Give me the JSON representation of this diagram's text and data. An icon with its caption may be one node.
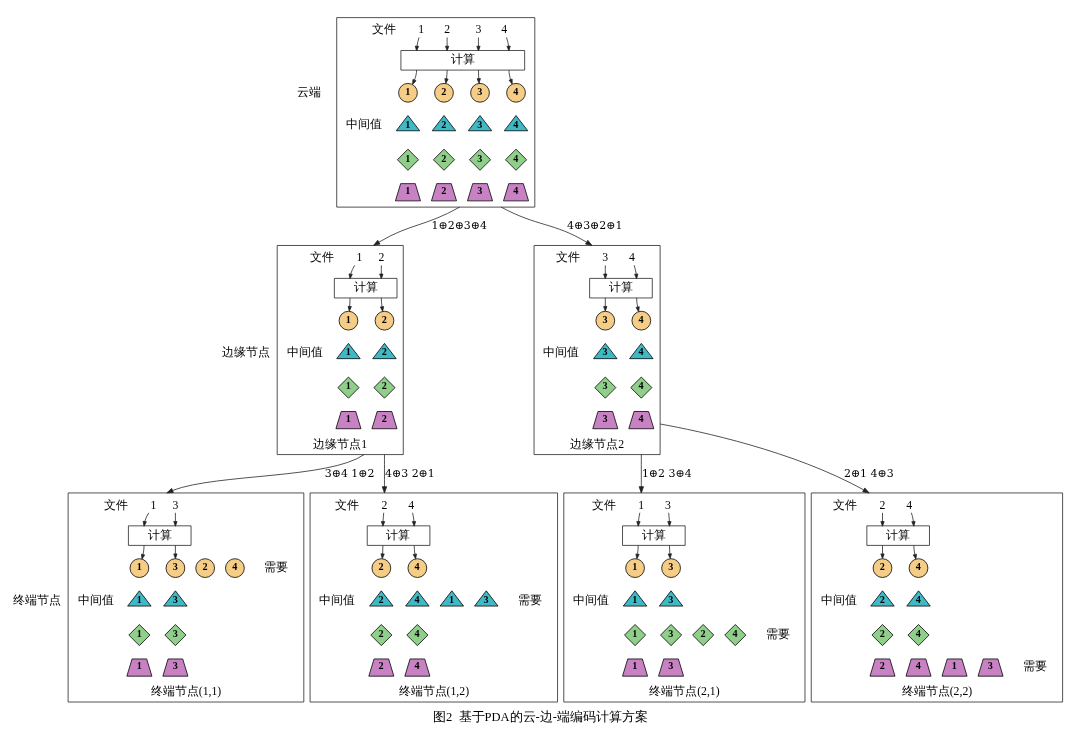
{
  "diagram": {
    "caption": "图2  基于PDA的云-边-端编码计算方案",
    "nodes": [
      {
        "text": [],
        "shape": "box"
      },
      {
        "text": [
          "1"
        ],
        "in": 0
      },
      {
        "text": [
          "2"
        ],
        "in": 0
      },
      {
        "text": [
          "3"
        ],
        "in": 0
      },
      {
        "text": [
          "4"
        ],
        "in": 0
      },
      {
        "text": [
          "计算"
        ],
        "in": 0
      },
      {
        "text": [
          "1"
        ],
        "in": 0
      },
      {
        "text": [
          "2"
        ],
        "in": 0
      },
      {
        "text": [
          "3"
        ],
        "in": 0
      },
      {
        "text": [
          "4"
        ],
        "in": 0
      },
      {
        "text": [
          "1"
        ],
        "in": 0
      },
      {
        "text": [
          "2"
        ],
        "in": 0
      },
      {
        "text": [
          "3"
        ],
        "in": 0
      },
      {
        "text": [
          "4"
        ],
        "in": 0
      },
      {
        "text": [
          "1"
        ],
        "in": 0
      },
      {
        "text": [
          "2"
        ],
        "in": 0
      },
      {
        "text": [
          "3"
        ],
        "in": 0
      },
      {
        "text": [
          "4"
        ],
        "in": 0
      },
      {
        "text": [
          "1"
        ],
        "in": 0
      },
      {
        "text": [
          "2"
        ],
        "in": 0
      },
      {
        "text": [
          "3"
        ],
        "in": 0
      },
      {
        "text": [
          "4"
        ],
        "in": 0
      },
      {
        "text": [
          "边缘节点1"
        ]
      },
      {
        "text": [
          "1"
        ],
        "in": 22
      },
      {
        "text": [
          "2"
        ],
        "in": 22
      },
      {
        "text": [
          "计算"
        ],
        "in": 22
      },
      {
        "text": [
          "1"
        ],
        "in": 22
      },
      {
        "text": [
          "2"
        ],
        "in": 22
      },
      {
        "text": [
          "1"
        ],
        "in": 22
      },
      {
        "text": [
          "2"
        ],
        "in": 22
      },
      {
        "text": [
          "1"
        ],
        "in": 22
      },
      {
        "text": [
          "2"
        ],
        "in": 22
      },
      {
        "text": [
          "1"
        ],
        "in": 22
      },
      {
        "text": [
          "2"
        ],
        "in": 22
      },
      {
        "text": [
          "边缘节点2"
        ]
      },
      {
        "text": [
          "3"
        ],
        "in": 34
      },
      {
        "text": [
          "4"
        ],
        "in": 34
      },
      {
        "text": [
          "计算"
        ],
        "in": 34
      },
      {
        "text": [
          "3"
        ],
        "in": 34
      },
      {
        "text": [
          "4"
        ],
        "in": 34
      },
      {
        "text": [
          "3"
        ],
        "in": 34
      },
      {
        "text": [
          "4"
        ],
        "in": 34
      },
      {
        "text": [
          "3"
        ],
        "in": 34
      },
      {
        "text": [
          "4"
        ],
        "in": 34
      },
      {
        "text": [
          "3"
        ],
        "in": 34
      },
      {
        "text": [
          "4"
        ],
        "in": 34
      },
      {
        "text": [
          "终端节点(1,1)"
        ]
      },
      {
        "text": [
          "1"
        ],
        "in": 46
      },
      {
        "text": [
          "3"
        ],
        "in": 46
      },
      {
        "text": [
          "计算"
        ],
        "in": 46
      },
      {
        "text": [
          "1"
        ],
        "in": 46
      },
      {
        "text": [
          "3"
        ],
        "in": 46
      },
      {
        "text": [
          "2"
        ],
        "in": 46
      },
      {
        "text": [
          "4"
        ],
        "in": 46
      },
      {
        "text": [
          "1"
        ],
        "in": 46
      },
      {
        "text": [
          "3"
        ],
        "in": 46
      },
      {
        "text": [
          "1"
        ],
        "in": 46
      },
      {
        "text": [
          "3"
        ],
        "in": 46
      },
      {
        "text": [
          "1"
        ],
        "in": 46
      },
      {
        "text": [
          "3"
        ],
        "in": 46
      },
      {
        "text": [
          "终端节点(1,2)"
        ]
      },
      {
        "text": [
          "2"
        ],
        "in": 60
      },
      {
        "text": [
          "4"
        ],
        "in": 60
      },
      {
        "text": [
          "计算"
        ],
        "in": 60
      },
      {
        "text": [
          "2"
        ],
        "in": 60
      },
      {
        "text": [
          "4"
        ],
        "in": 60
      },
      {
        "text": [
          "2"
        ],
        "in": 60
      },
      {
        "text": [
          "4"
        ],
        "in": 60
      },
      {
        "text": [
          "1"
        ],
        "in": 60
      },
      {
        "text": [
          "3"
        ],
        "in": 60
      },
      {
        "text": [
          "2"
        ],
        "in": 60
      },
      {
        "text": [
          "4"
        ],
        "in": 60
      },
      {
        "text": [
          "2"
        ],
        "in": 60
      },
      {
        "text": [
          "4"
        ],
        "in": 60
      },
      {
        "text": [
          "终端节点(2,1)"
        ]
      },
      {
        "text": [
          "1"
        ],
        "in": 74
      },
      {
        "text": [
          "3"
        ],
        "in": 74
      },
      {
        "text": [
          "计算"
        ],
        "in": 74
      },
      {
        "text": [
          "1"
        ],
        "in": 74
      },
      {
        "text": [
          "3"
        ],
        "in": 74
      },
      {
        "text": [
          "1"
        ],
        "in": 74
      },
      {
        "text": [
          "3"
        ],
        "in": 74
      },
      {
        "text": [
          "1"
        ],
        "in": 74
      },
      {
        "text": [
          "3"
        ],
        "in": 74
      },
      {
        "text": [
          "2"
        ],
        "in": 74
      },
      {
        "text": [
          "4"
        ],
        "in": 74
      },
      {
        "text": [
          "1"
        ],
        "in": 74
      },
      {
        "text": [
          "3"
        ],
        "in": 74
      },
      {
        "text": [
          "终端节点(2,2)"
        ]
      },
      {
        "text": [
          "2"
        ],
        "in": 88
      },
      {
        "text": [
          "4"
        ],
        "in": 88
      },
      {
        "text": [
          "计算"
        ],
        "in": 88
      },
      {
        "text": [
          "2"
        ],
        "in": 88
      },
      {
        "text": [
          "4"
        ],
        "in": 88
      },
      {
        "text": [
          "2"
        ],
        "in": 88
      },
      {
        "text": [
          "4"
        ],
        "in": 88
      },
      {
        "text": [
          "2"
        ],
        "in": 88
      },
      {
        "text": [
          "4"
        ],
        "in": 88
      },
      {
        "text": [
          "2"
        ],
        "in": 88
      },
      {
        "text": [
          "4"
        ],
        "in": 88
      },
      {
        "text": [
          "1"
        ],
        "in": 88
      },
      {
        "text": [
          "3"
        ],
        "in": 88
      }
    ],
    "edges": [
      {
        "from": 1,
        "to": 5,
        "arrow": "to"
      },
      {
        "from": 2,
        "to": 5,
        "arrow": "to"
      },
      {
        "from": 3,
        "to": 5,
        "arrow": "to"
      },
      {
        "from": 4,
        "to": 5,
        "arrow": "to"
      },
      {
        "from": 5,
        "to": 6,
        "arrow": "to"
      },
      {
        "from": 5,
        "to": 7,
        "arrow": "to"
      },
      {
        "from": 5,
        "to": 8,
        "arrow": "to"
      },
      {
        "from": 5,
        "to": 9,
        "arrow": "to"
      },
      {
        "from": 0,
        "to": 22,
        "arrow": "to",
        "label": "1⊕2⊕3⊕4"
      },
      {
        "from": 0,
        "to": 34,
        "arrow": "to",
        "label": "4⊕3⊕2⊕1"
      },
      {
        "from": 23,
        "to": 25,
        "arrow": "to"
      },
      {
        "from": 24,
        "to": 25,
        "arrow": "to"
      },
      {
        "from": 25,
        "to": 26,
        "arrow": "to"
      },
      {
        "from": 25,
        "to": 27,
        "arrow": "to"
      },
      {
        "from": 35,
        "to": 37,
        "arrow": "to"
      },
      {
        "from": 36,
        "to": 37,
        "arrow": "to"
      },
      {
        "from": 37,
        "to": 38,
        "arrow": "to"
      },
      {
        "from": 37,
        "to": 39,
        "arrow": "to"
      },
      {
        "from": 22,
        "to": 46,
        "arrow": "to",
        "label": "3⊕4 1⊕2"
      },
      {
        "from": 22,
        "to": 60,
        "arrow": "to",
        "label": "4⊕3 2⊕1"
      },
      {
        "from": 34,
        "to": 74,
        "arrow": "to",
        "label": "1⊕2 3⊕4"
      },
      {
        "from": 34,
        "to": 88,
        "arrow": "to",
        "label": "2⊕1 4⊕3"
      },
      {
        "from": 47,
        "to": 49,
        "arrow": "to"
      },
      {
        "from": 48,
        "to": 49,
        "arrow": "to"
      },
      {
        "from": 49,
        "to": 50,
        "arrow": "to"
      },
      {
        "from": 49,
        "to": 51,
        "arrow": "to"
      },
      {
        "from": 61,
        "to": 63,
        "arrow": "to"
      },
      {
        "from": 62,
        "to": 63,
        "arrow": "to"
      },
      {
        "from": 63,
        "to": 64,
        "arrow": "to"
      },
      {
        "from": 63,
        "to": 65,
        "arrow": "to"
      },
      {
        "from": 75,
        "to": 77,
        "arrow": "to"
      },
      {
        "from": 76,
        "to": 77,
        "arrow": "to"
      },
      {
        "from": 77,
        "to": 78,
        "arrow": "to"
      },
      {
        "from": 77,
        "to": 79,
        "arrow": "to"
      },
      {
        "from": 89,
        "to": 91,
        "arrow": "to"
      },
      {
        "from": 90,
        "to": 91,
        "arrow": "to"
      },
      {
        "from": 91,
        "to": 92,
        "arrow": "to"
      },
      {
        "from": 91,
        "to": 93,
        "arrow": "to"
      }
    ],
    "labels": [
      "文件",
      "云端",
      "中间值",
      "文件",
      "文件",
      "边缘节点",
      "中间值",
      "中间值",
      "文件",
      "文件",
      "文件",
      "文件",
      "需要",
      "终端节点",
      "中间值",
      "中间值",
      "需要",
      "中间值",
      "中间值",
      "需要",
      "需要"
    ]
  }
}
